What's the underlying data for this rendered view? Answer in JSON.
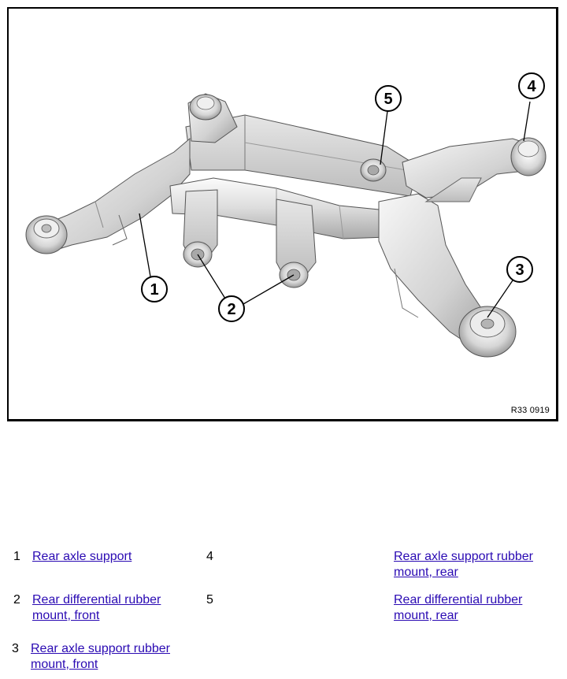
{
  "figure": {
    "code": "R33 0919",
    "callouts": [
      "1",
      "2",
      "3",
      "4",
      "5"
    ]
  },
  "legend": [
    {
      "number": "1",
      "label": "Rear axle support"
    },
    {
      "number": "2",
      "label": "Rear differential rubber mount, front"
    },
    {
      "number": "3",
      "label": "Rear axle support rubber mount, front"
    },
    {
      "number": "4",
      "label": "Rear axle support rubber mount, rear"
    },
    {
      "number": "5",
      "label": "Rear differential rubber mount, rear"
    }
  ],
  "colors": {
    "link": "#2a0ab3",
    "metal_light": "#f4f4f4",
    "metal_mid": "#cfcfcf",
    "metal_dark": "#9a9a9a"
  }
}
